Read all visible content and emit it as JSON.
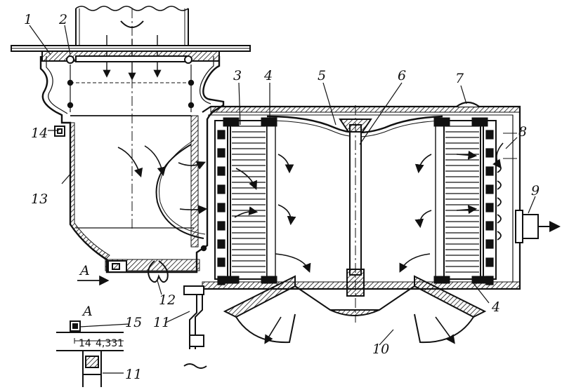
{
  "callouts": {
    "c1": "1",
    "c2": "2",
    "c3": "3",
    "c4a": "4",
    "c4b": "4",
    "c5": "5",
    "c6": "6",
    "c7": "7",
    "c8": "8",
    "c9": "9",
    "c10": "10",
    "c11a": "11",
    "c11b": "11",
    "c12": "12",
    "c13": "13",
    "c14": "14",
    "c15": "15"
  },
  "view": {
    "arrow_label": "A",
    "detail_label": "A",
    "dimension": "14",
    "dimension_tail": "4,331"
  },
  "colors": {
    "ink": "#111111",
    "paper": "#ffffff",
    "hatch": "#222222"
  }
}
